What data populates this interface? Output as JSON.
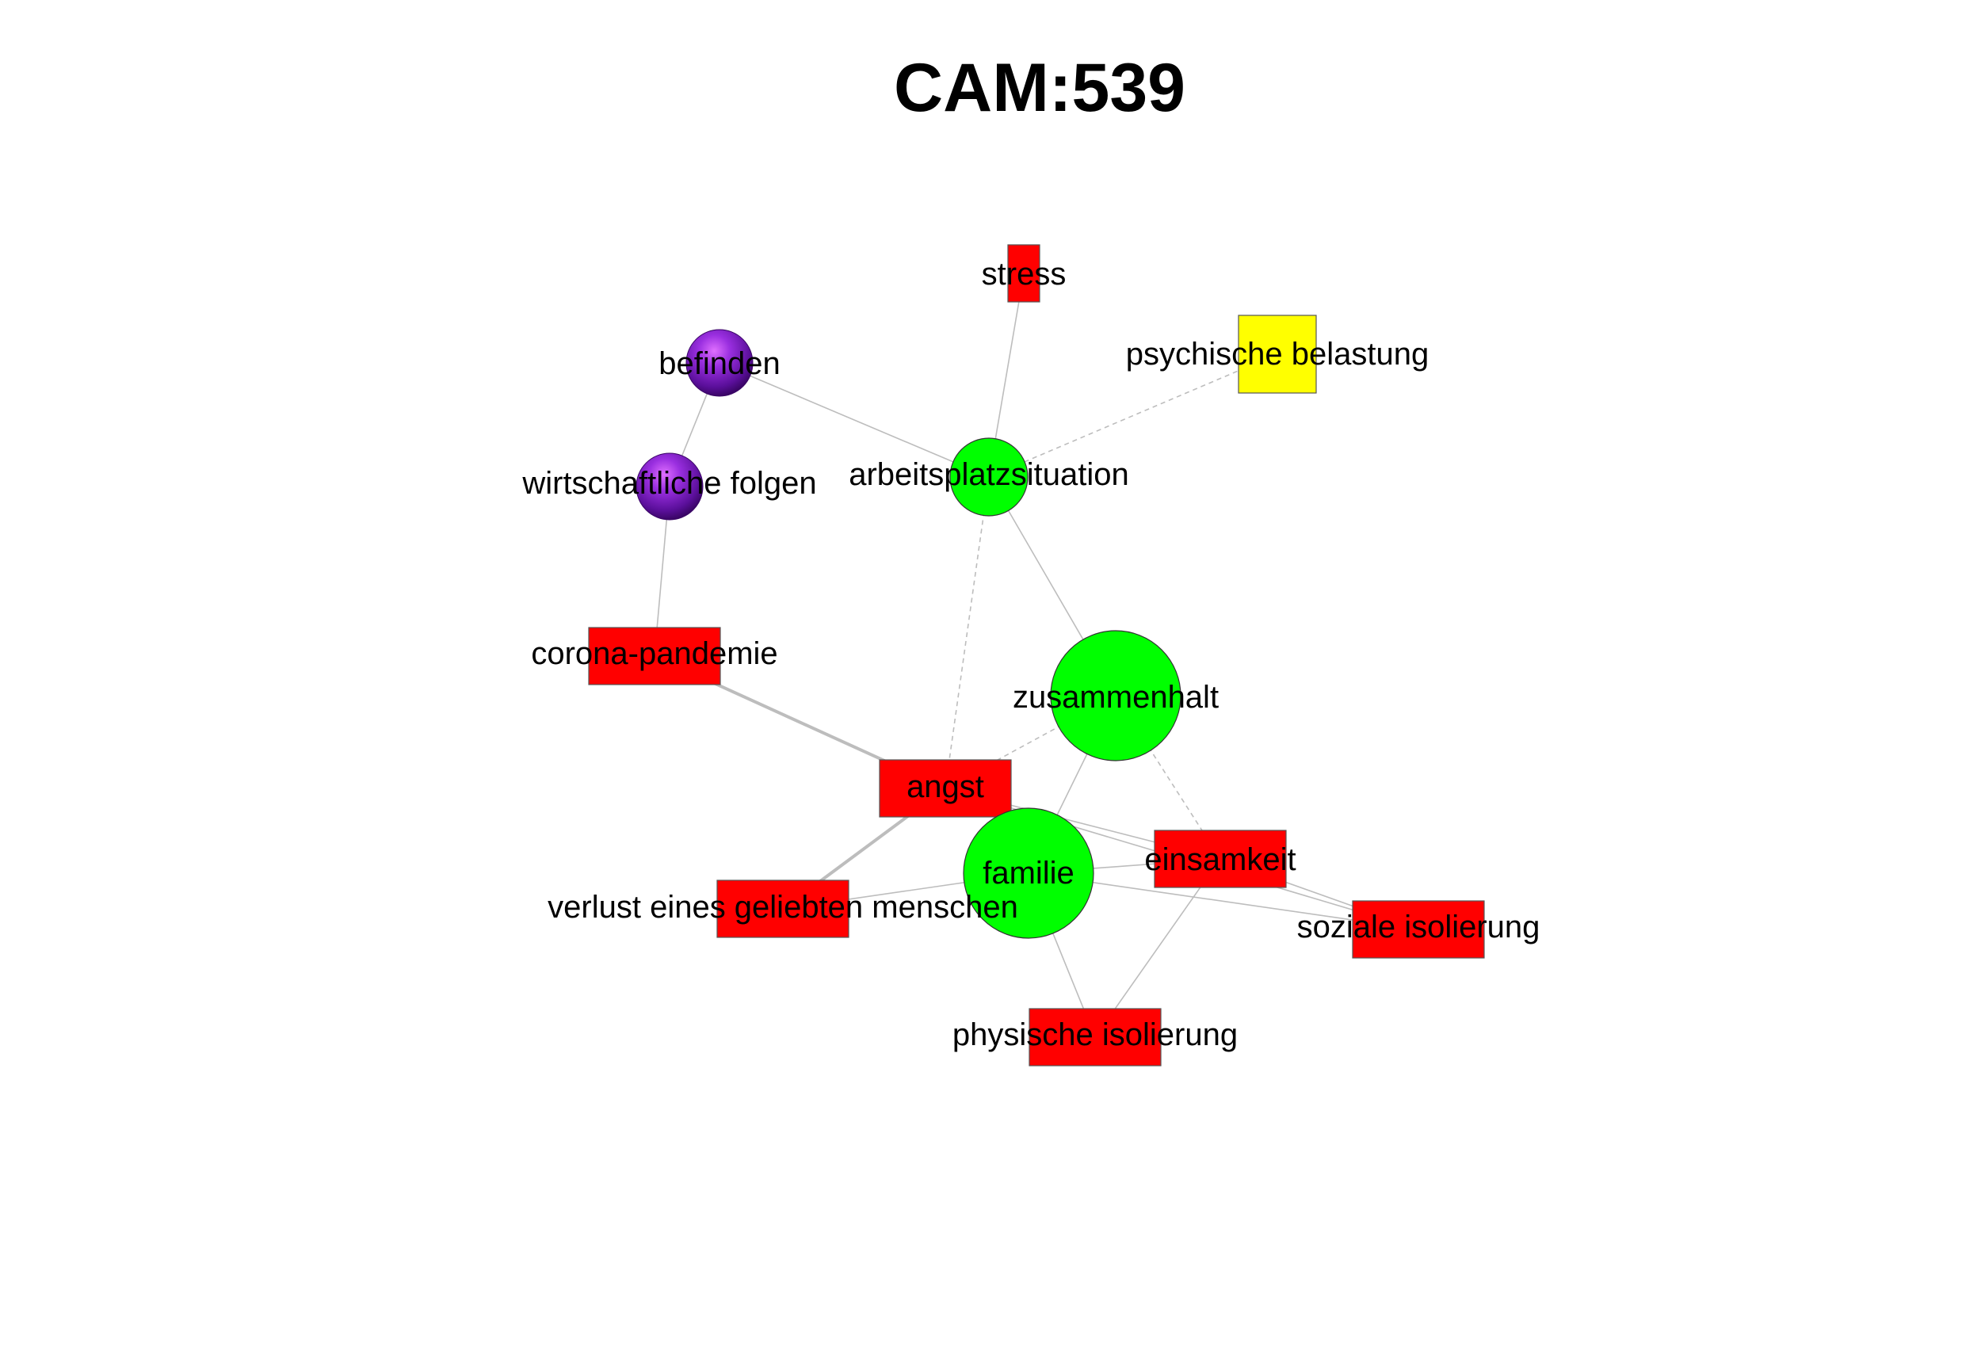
{
  "title": "CAM:539",
  "colors": {
    "negative": "#ff0000",
    "positive": "#00ff00",
    "ambivalent": "#ffff00",
    "neutral": "#7a1fc9",
    "edge": "#bdbdbd"
  },
  "nodes": [
    {
      "id": "stress",
      "label": "stress",
      "valence": "negative",
      "shape": "rect"
    },
    {
      "id": "psychische_belastung",
      "label": "psychische belastung",
      "valence": "ambivalent",
      "shape": "rect"
    },
    {
      "id": "befinden",
      "label": "befinden",
      "valence": "neutral",
      "shape": "sphere"
    },
    {
      "id": "arbeitsplatzsituation",
      "label": "arbeitsplatzsituation",
      "valence": "positive",
      "shape": "circle"
    },
    {
      "id": "wirtschaftliche_folgen",
      "label": "wirtschaftliche folgen",
      "valence": "neutral",
      "shape": "sphere"
    },
    {
      "id": "corona_pandemie",
      "label": "corona-pandemie",
      "valence": "negative",
      "shape": "rect"
    },
    {
      "id": "zusammenhalt",
      "label": "zusammenhalt",
      "valence": "positive",
      "shape": "circle"
    },
    {
      "id": "angst",
      "label": "angst",
      "valence": "negative",
      "shape": "rect"
    },
    {
      "id": "familie",
      "label": "familie",
      "valence": "positive",
      "shape": "circle"
    },
    {
      "id": "einsamkeit",
      "label": "einsamkeit",
      "valence": "negative",
      "shape": "rect"
    },
    {
      "id": "verlust",
      "label": "verlust eines geliebten menschen",
      "valence": "negative",
      "shape": "rect"
    },
    {
      "id": "soziale_isolierung",
      "label": "soziale isolierung",
      "valence": "negative",
      "shape": "rect"
    },
    {
      "id": "physische_isolierung",
      "label": "physische isolierung",
      "valence": "negative",
      "shape": "rect"
    }
  ],
  "edges": [
    {
      "from": "stress",
      "to": "arbeitsplatzsituation",
      "style": "solid"
    },
    {
      "from": "psychische_belastung",
      "to": "arbeitsplatzsituation",
      "style": "dashed"
    },
    {
      "from": "befinden",
      "to": "arbeitsplatzsituation",
      "style": "solid"
    },
    {
      "from": "befinden",
      "to": "wirtschaftliche_folgen",
      "style": "solid"
    },
    {
      "from": "wirtschaftliche_folgen",
      "to": "corona_pandemie",
      "style": "solid"
    },
    {
      "from": "arbeitsplatzsituation",
      "to": "zusammenhalt",
      "style": "solid"
    },
    {
      "from": "arbeitsplatzsituation",
      "to": "angst",
      "style": "dashed"
    },
    {
      "from": "corona_pandemie",
      "to": "angst",
      "style": "solid",
      "weight": "heavy"
    },
    {
      "from": "zusammenhalt",
      "to": "angst",
      "style": "dashed"
    },
    {
      "from": "zusammenhalt",
      "to": "familie",
      "style": "solid"
    },
    {
      "from": "zusammenhalt",
      "to": "einsamkeit",
      "style": "dashed"
    },
    {
      "from": "angst",
      "to": "verlust",
      "style": "solid",
      "weight": "heavy"
    },
    {
      "from": "angst",
      "to": "einsamkeit",
      "style": "solid"
    },
    {
      "from": "angst",
      "to": "soziale_isolierung",
      "style": "solid"
    },
    {
      "from": "familie",
      "to": "verlust",
      "style": "solid"
    },
    {
      "from": "familie",
      "to": "einsamkeit",
      "style": "solid"
    },
    {
      "from": "familie",
      "to": "soziale_isolierung",
      "style": "solid"
    },
    {
      "from": "familie",
      "to": "physische_isolierung",
      "style": "solid"
    },
    {
      "from": "einsamkeit",
      "to": "physische_isolierung",
      "style": "solid"
    },
    {
      "from": "einsamkeit",
      "to": "soziale_isolierung",
      "style": "solid"
    }
  ]
}
